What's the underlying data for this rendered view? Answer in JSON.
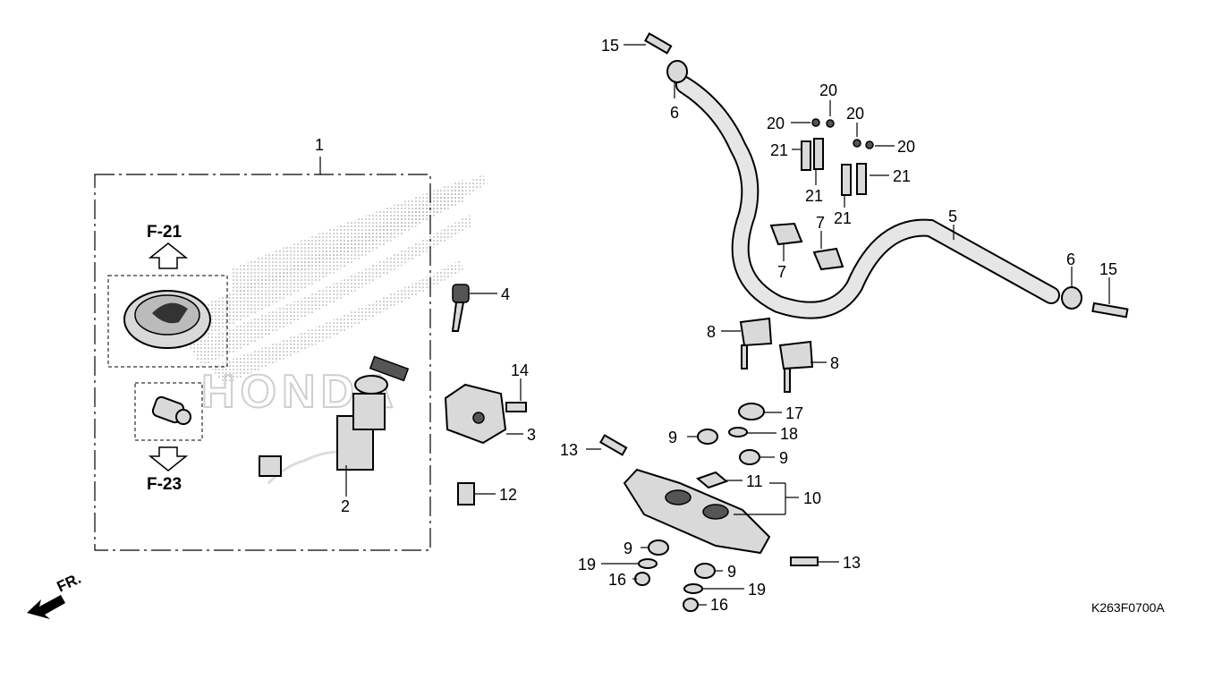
{
  "diagram": {
    "code": "K263F0700A",
    "watermark": "HONDA",
    "direction_label": "FR.",
    "references": {
      "upper": "F-21",
      "lower": "F-23"
    },
    "callouts": [
      "1",
      "2",
      "3",
      "4",
      "5",
      "6",
      "6",
      "7",
      "7",
      "8",
      "8",
      "9",
      "9",
      "9",
      "9",
      "10",
      "11",
      "12",
      "13",
      "13",
      "14",
      "15",
      "15",
      "16",
      "16",
      "17",
      "18",
      "19",
      "19",
      "20",
      "20",
      "20",
      "20",
      "21",
      "21",
      "21",
      "21"
    ]
  }
}
